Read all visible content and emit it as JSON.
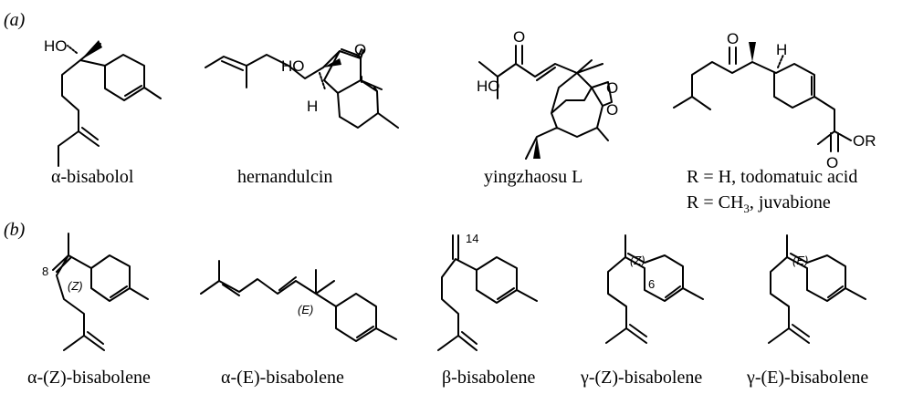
{
  "panels": {
    "a": "(a)",
    "b": "(b)"
  },
  "atoms": {
    "HO": "HO",
    "H": "H",
    "O": "O",
    "R": "R"
  },
  "locants": {
    "c8": "8",
    "c14": "14",
    "c6": "6"
  },
  "stereo": {
    "Z": "(Z)",
    "E": "(E)"
  },
  "compounds_a": {
    "bisabolol": "α-bisabolol",
    "hernandulcin": "hernandulcin",
    "yingzhaosu": "yingzhaosu L",
    "todomatuic": "R = H,     todomatuic acid",
    "juvabione_pre": "R = CH",
    "juvabione_sub": "3",
    "juvabione_post": ", juvabione"
  },
  "compounds_b": {
    "aZ": "α-(Z)-bisabolene",
    "aE": "α-(E)-bisabolene",
    "b": "β-bisabolene",
    "gZ": "γ-(Z)-bisabolene",
    "gE": "γ-(E)-bisabolene"
  }
}
